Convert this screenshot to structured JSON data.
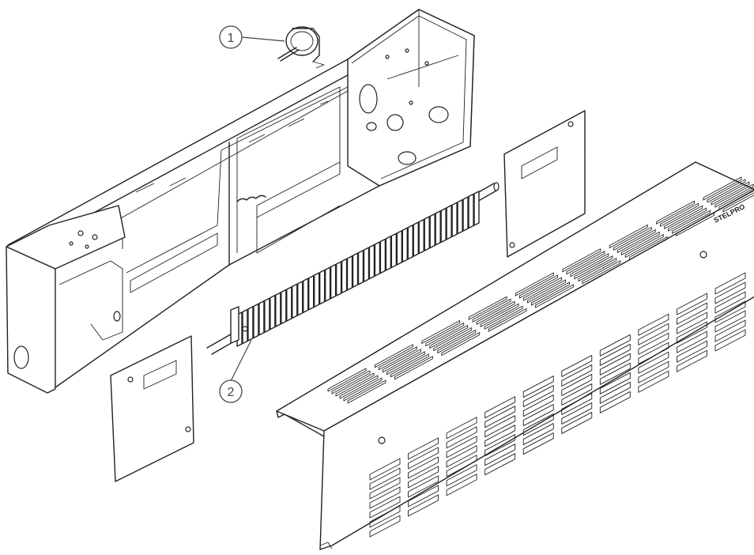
{
  "callouts": [
    {
      "number": "1"
    },
    {
      "number": "2"
    }
  ],
  "brand_label": "STELPRO"
}
